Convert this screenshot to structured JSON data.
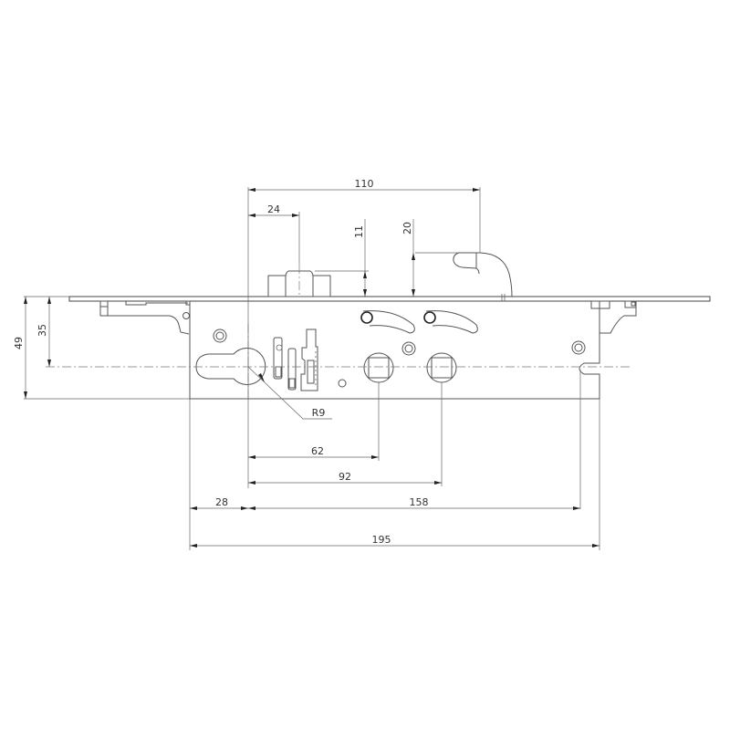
{
  "drawing": {
    "title": "Multipoint lock mechanism technical drawing",
    "line_color": "#555555",
    "background": "#ffffff"
  },
  "dimensions": {
    "top_110": "110",
    "top_24": "24",
    "v_11": "11",
    "v_20": "20",
    "left_49": "49",
    "left_35": "35",
    "radius": "R9",
    "d_62": "62",
    "d_92": "92",
    "d_28": "28",
    "d_158": "158",
    "d_195": "195"
  }
}
